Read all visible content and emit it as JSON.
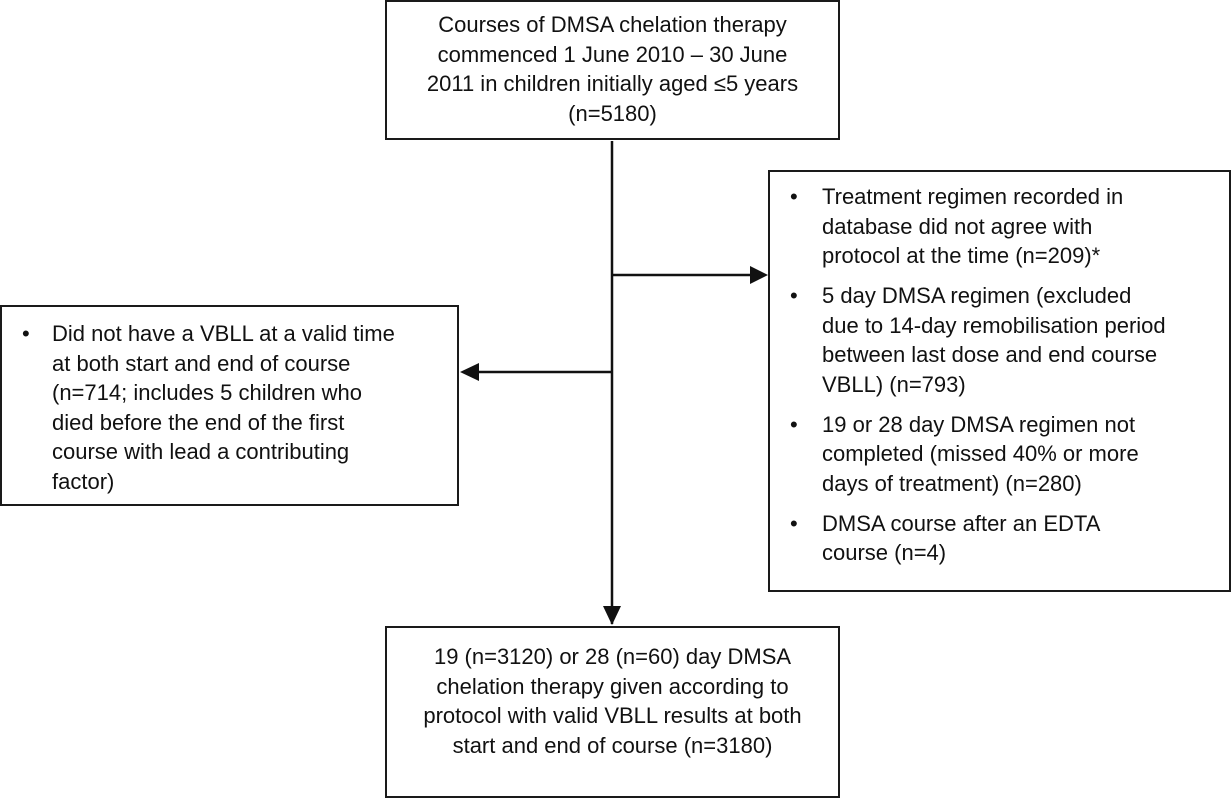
{
  "diagram": {
    "top_box": {
      "lines": [
        "Courses of DMSA chelation therapy",
        "commenced 1 June 2010 – 30 June",
        "2011 in children initially aged ≤5 years",
        "(n=5180)"
      ]
    },
    "left_box": {
      "bullet": "•",
      "lines": [
        "Did not have a VBLL at a valid time",
        "at both start and end of course",
        "(n=714; includes 5 children who",
        "died before the end of the first",
        "course with lead a contributing",
        "factor)"
      ]
    },
    "right_box": {
      "bullet": "•",
      "items": [
        {
          "lines": [
            "Treatment regimen recorded in",
            "database did not agree with",
            "protocol at the time (n=209)*"
          ]
        },
        {
          "lines": [
            "5 day DMSA regimen (excluded",
            "due to 14-day remobilisation period",
            "between last dose and end course",
            "VBLL) (n=793)"
          ]
        },
        {
          "lines": [
            "19 or 28 day DMSA regimen not",
            "completed (missed 40% or more",
            "days of treatment) (n=280)"
          ]
        },
        {
          "lines": [
            "DMSA course after an EDTA",
            "course (n=4)"
          ]
        }
      ]
    },
    "bottom_box": {
      "lines": [
        "19 (n=3120) or 28 (n=60) day DMSA",
        "chelation therapy given according to",
        "protocol with valid VBLL results at both",
        "start and end of course (n=3180)"
      ]
    }
  }
}
